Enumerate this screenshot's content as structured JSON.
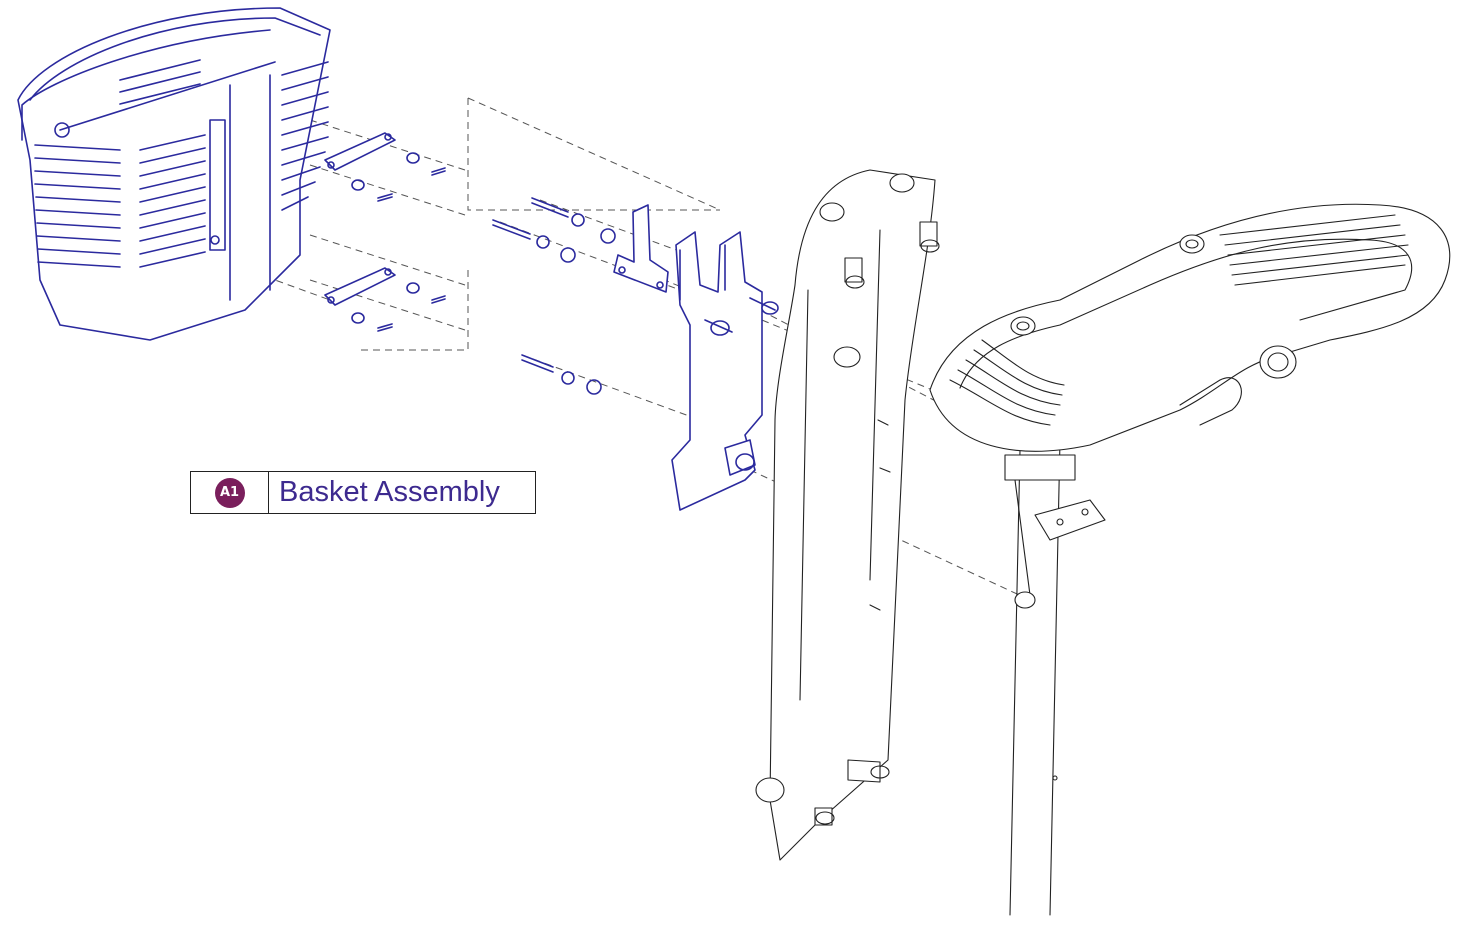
{
  "callout": {
    "id": "A1",
    "label": "Basket Assembly",
    "badge_color": "#7a1f5c",
    "text_color": "#3d2a8f"
  },
  "colors": {
    "highlight_parts": "#2b2a9e",
    "context_parts": "#222222",
    "background": "#ffffff"
  },
  "parts": [
    "basket",
    "basket-mounting-straps",
    "screws-and-washers",
    "small-t-bracket",
    "basket-bracket",
    "tiller-front-shroud",
    "tiller-with-handlebar"
  ]
}
